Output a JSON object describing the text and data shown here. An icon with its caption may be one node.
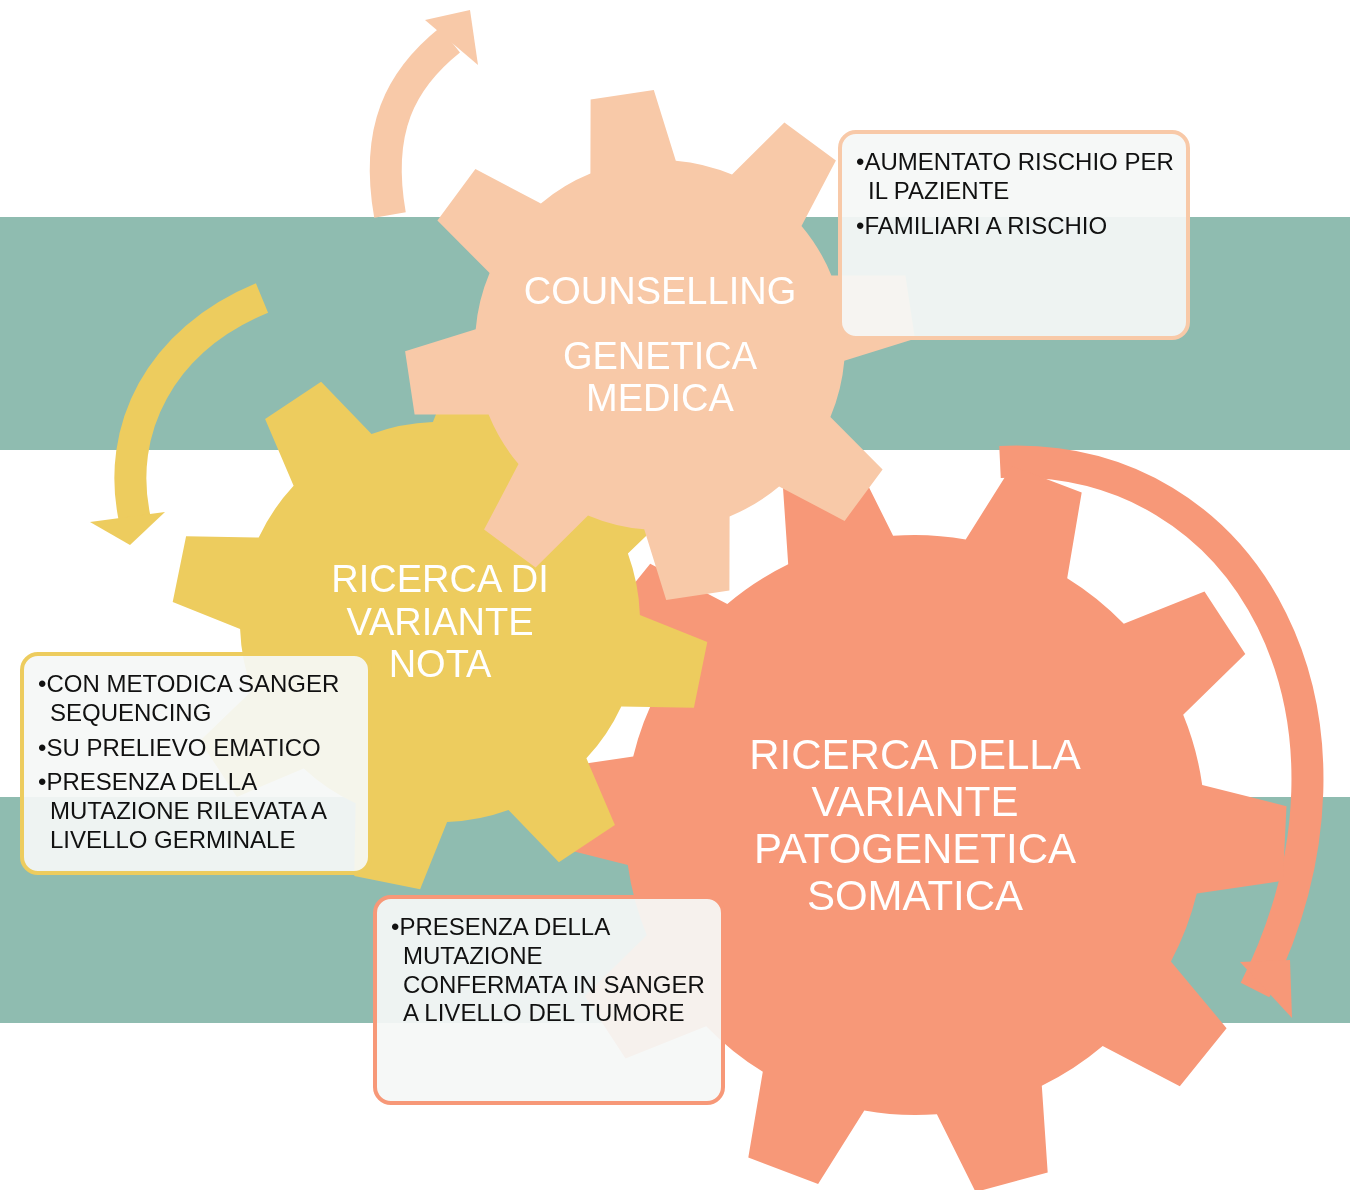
{
  "diagram": {
    "nodes": [
      {
        "text": [
          "COUNSELLING",
          "GENETICA MEDICA"
        ]
      },
      {
        "text": [
          "•AUMENTATO RISCHIO PER IL PAZIENTE",
          "•FAMILIARI A RISCHIO"
        ]
      },
      {
        "text": [
          "RICERCA DI VARIANTE NOTA"
        ]
      },
      {
        "text": [
          "•CON METODICA SANGER SEQUENCING",
          "•SU PRELIEVO EMATICO",
          "•PRESENZA DELLA MUTAZIONE RILEVATA A LIVELLO GERMINALE"
        ]
      },
      {
        "text": [
          "RICERCA DELLA VARIANTE PATOGENETICA SOMATICA"
        ]
      },
      {
        "text": [
          "•PRESENZA DELLA MUTAZIONE CONFERMATA IN SANGER A LIVELLO DEL TUMORE"
        ]
      }
    ]
  }
}
